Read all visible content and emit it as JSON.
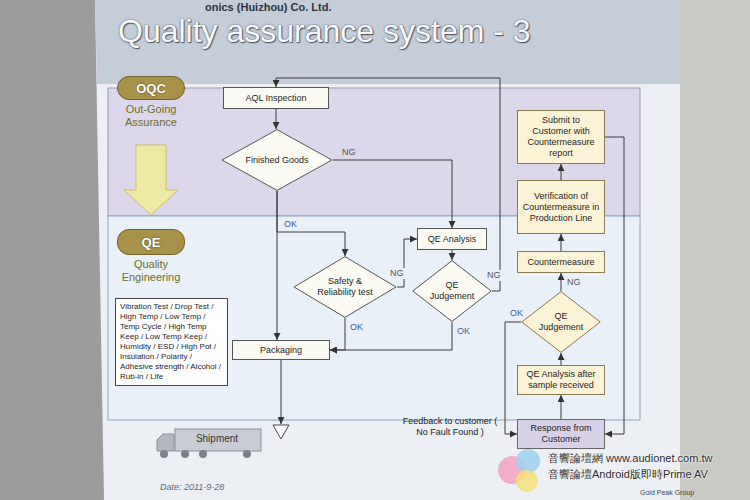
{
  "diagram": {
    "title": "Quality assurance system - 3",
    "nodes": [
      {
        "text": [
          "OQC",
          "Out-Going Assurance"
        ]
      },
      {
        "text": [
          "AQL Inspection"
        ]
      },
      {
        "text": [
          "Finished Goods"
        ]
      },
      {
        "text": [
          "QE",
          "Quality Engineering"
        ]
      },
      {
        "text": [
          "Vibration Test / Drop Test / High Temp / Low Temp / Temp Cycle / High Temp Keep / Low Temp Keep / Humidity / ESD / High Pot / Insulation / Polarity / Adhesive strength / Alcohol / Rub-in / Life"
        ]
      },
      {
        "text": [
          "QE Analysis"
        ]
      },
      {
        "text": [
          "Safety & Reliability test"
        ]
      },
      {
        "text": [
          "QE Judgement"
        ]
      },
      {
        "text": [
          "Packaging"
        ]
      },
      {
        "text": [
          "Shipment"
        ]
      },
      {
        "text": [
          "Submit to Customer with Countermeasure report"
        ]
      },
      {
        "text": [
          "Verification of Countermeasure in Production Line"
        ]
      },
      {
        "text": [
          "Countermeasure"
        ]
      },
      {
        "text": [
          "QE Judgement"
        ]
      },
      {
        "text": [
          "QE Analysis after sample received"
        ]
      },
      {
        "text": [
          "Response from Customer"
        ]
      }
    ],
    "edges": [
      {
        "from": 1,
        "to": 2,
        "arrow": "to"
      },
      {
        "from": 2,
        "to": 5,
        "label": "NG",
        "arrow": "to"
      },
      {
        "from": 2,
        "to": 6,
        "label": "OK",
        "arrow": "to"
      },
      {
        "from": 2,
        "to": 8,
        "arrow": "to"
      },
      {
        "from": 6,
        "to": 5,
        "label": "NG",
        "arrow": "to"
      },
      {
        "from": 5,
        "to": 7,
        "arrow": "to"
      },
      {
        "from": 6,
        "to": 8,
        "label": "OK",
        "arrow": "to"
      },
      {
        "from": 7,
        "to": 8,
        "label": "OK",
        "arrow": "to"
      },
      {
        "from": 7,
        "to": 1,
        "label": "NG",
        "arrow": "to"
      },
      {
        "from": 8,
        "to": 9,
        "arrow": "to"
      },
      {
        "from": 15,
        "to": 14,
        "arrow": "to"
      },
      {
        "from": 14,
        "to": 13,
        "arrow": "to"
      },
      {
        "from": 13,
        "to": 12,
        "label": "NG",
        "arrow": "to"
      },
      {
        "from": 12,
        "to": 11,
        "arrow": "to"
      },
      {
        "from": 11,
        "to": 10,
        "arrow": "to"
      },
      {
        "from": 10,
        "to": 15,
        "arrow": "to"
      },
      {
        "from": 13,
        "to": 15,
        "label": "OK",
        "arrow": "to"
      }
    ],
    "labels": [
      "onics (Huizhou) Co. Ltd.",
      "Feedback to customer ( No Fault Found )",
      "Date: 2011-9-28",
      "Gold Peak Group",
      "音響論壇網 www.audionet.com.tw",
      "音響論壇Android版即時Prime AV"
    ]
  }
}
